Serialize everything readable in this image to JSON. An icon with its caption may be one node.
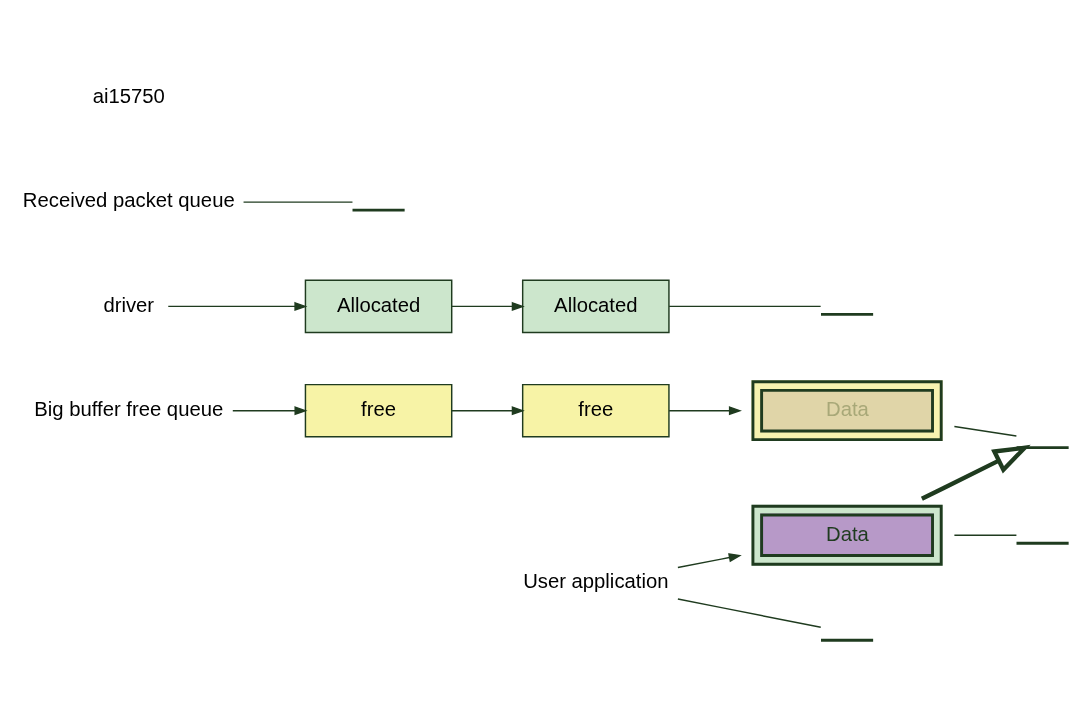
{
  "diagram": {
    "nodes": [
      {
        "text": [
          "Big buffer free queue"
        ]
      },
      {
        "text": [
          "free"
        ]
      },
      {
        "text": [
          "free"
        ]
      },
      {
        "text": [
          "Data"
        ]
      },
      {
        "text": [],
        "shape": "ground"
      },
      {
        "text": [
          "driver"
        ]
      },
      {
        "text": [
          "Allocated"
        ]
      },
      {
        "text": [
          "Allocated"
        ]
      },
      {
        "text": [],
        "shape": "ground"
      },
      {
        "text": [
          "Received packet queue"
        ]
      },
      {
        "text": [],
        "shape": "ground"
      },
      {
        "text": [
          "User application"
        ]
      },
      {
        "text": [
          "Data"
        ]
      },
      {
        "text": [],
        "shape": "ground"
      },
      {
        "text": [],
        "shape": "ground"
      }
    ],
    "edges": [
      {
        "from": 0,
        "to": 1,
        "arrow": "to"
      },
      {
        "from": 1,
        "to": 2,
        "arrow": "to"
      },
      {
        "from": 2,
        "to": 3,
        "arrow": "to"
      },
      {
        "from": 3,
        "to": 4,
        "arrow": "none"
      },
      {
        "from": 5,
        "to": 6,
        "arrow": "to"
      },
      {
        "from": 6,
        "to": 7,
        "arrow": "to"
      },
      {
        "from": 7,
        "to": 8,
        "arrow": "none"
      },
      {
        "from": 9,
        "to": 10,
        "arrow": "none"
      },
      {
        "from": 11,
        "to": 12,
        "arrow": "to"
      },
      {
        "from": 11,
        "to": 13,
        "arrow": "none"
      },
      {
        "from": 12,
        "to": 14,
        "arrow": "none"
      },
      {
        "from": 12,
        "to": 4,
        "arrow": "to",
        "style": "thick"
      }
    ],
    "labels": [
      "ai15750"
    ]
  }
}
